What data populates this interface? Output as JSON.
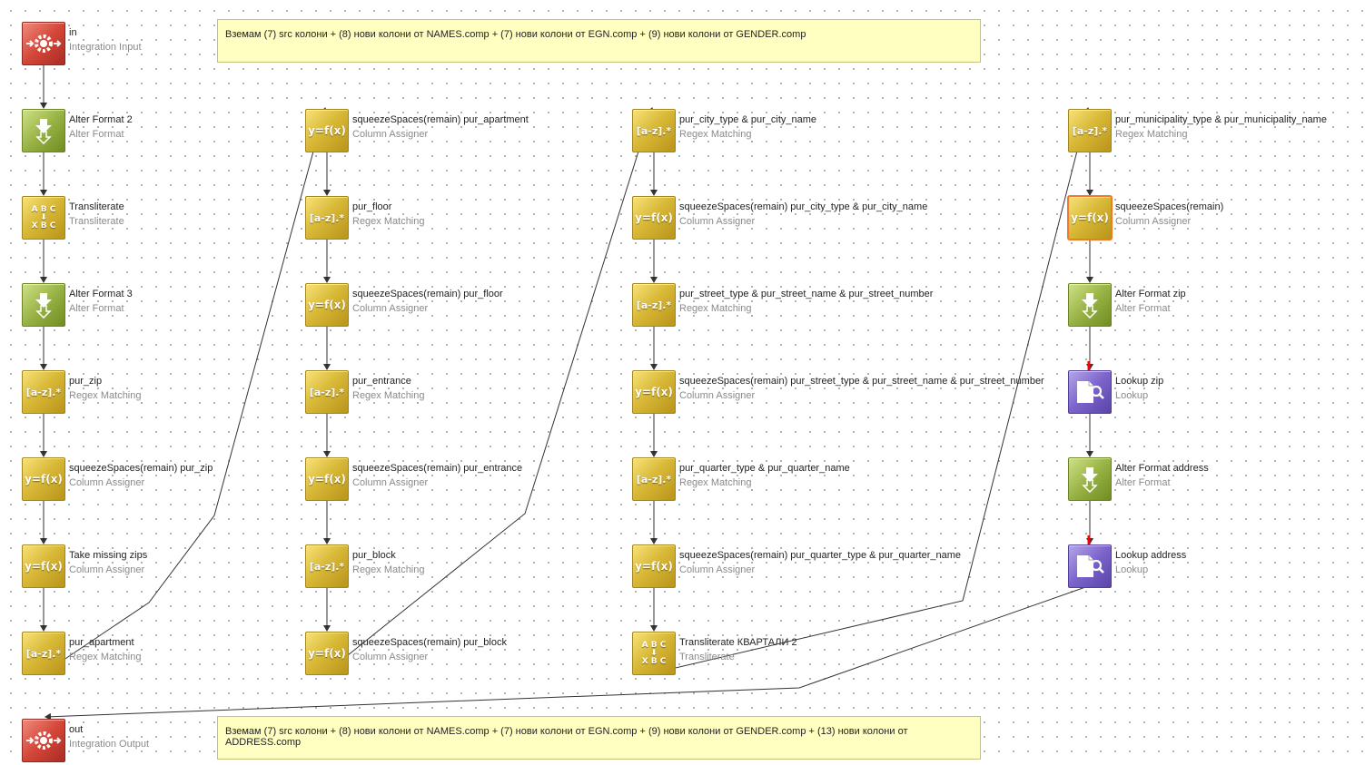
{
  "notes": {
    "top": "Вземам (7) src колони + (8) нови колони от NAMES.comp + (7) нови колони от EGN.comp + (9) нови колони от GENDER.comp",
    "bottom": "Вземам (7) src колони + (8) нови колони от NAMES.comp + (7) нови колони от EGN.comp + (9) нови колони от GENDER.comp + (13) нови колони от ADDRESS.comp"
  },
  "icon_glyphs": {
    "regex": "[a-z].*",
    "assigner": "y=f(x)",
    "translit_top": "A B C",
    "translit_bottom": "X B C"
  },
  "colors": {
    "regex": "#d9b938",
    "alter": "#98b344",
    "lookup": "#7b63cc",
    "io": "#d4473a",
    "error_edge": "#ff0000",
    "selected": "#f07a2a"
  },
  "nodes": [
    {
      "id": "n_in",
      "type": "io",
      "name": "in",
      "sub": "Integration Input"
    },
    {
      "id": "n_af2",
      "type": "alter",
      "name": "Alter Format 2",
      "sub": "Alter Format"
    },
    {
      "id": "n_tr1",
      "type": "translit",
      "name": "Transliterate",
      "sub": "Transliterate"
    },
    {
      "id": "n_af3",
      "type": "alter",
      "name": "Alter Format 3",
      "sub": "Alter Format"
    },
    {
      "id": "n_pzip",
      "type": "regex",
      "name": "pur_zip",
      "sub": "Regex Matching"
    },
    {
      "id": "n_sszip",
      "type": "assigner",
      "name": "squeezeSpaces(remain) pur_zip",
      "sub": "Column Assigner"
    },
    {
      "id": "n_take",
      "type": "assigner",
      "name": "Take missing zips",
      "sub": "Column Assigner"
    },
    {
      "id": "n_papt",
      "type": "regex",
      "name": "pur_apartment",
      "sub": "Regex Matching"
    },
    {
      "id": "n_ssapt",
      "type": "assigner",
      "name": "squeezeSpaces(remain) pur_apartment",
      "sub": "Column Assigner"
    },
    {
      "id": "n_pfloor",
      "type": "regex",
      "name": "pur_floor",
      "sub": "Regex Matching"
    },
    {
      "id": "n_ssfloor",
      "type": "assigner",
      "name": "squeezeSpaces(remain) pur_floor",
      "sub": "Column Assigner"
    },
    {
      "id": "n_pent",
      "type": "regex",
      "name": "pur_entrance",
      "sub": "Regex Matching"
    },
    {
      "id": "n_ssent",
      "type": "assigner",
      "name": "squeezeSpaces(remain) pur_entrance",
      "sub": "Column Assigner"
    },
    {
      "id": "n_pblock",
      "type": "regex",
      "name": "pur_block",
      "sub": "Regex Matching"
    },
    {
      "id": "n_ssblock",
      "type": "assigner",
      "name": "squeezeSpaces(remain) pur_block",
      "sub": "Column Assigner"
    },
    {
      "id": "n_pcity",
      "type": "regex",
      "name": "pur_city_type & pur_city_name",
      "sub": "Regex Matching"
    },
    {
      "id": "n_sscity",
      "type": "assigner",
      "name": "squeezeSpaces(remain) pur_city_type & pur_city_name",
      "sub": "Column Assigner"
    },
    {
      "id": "n_pstreet",
      "type": "regex",
      "name": "pur_street_type & pur_street_name & pur_street_number",
      "sub": "Regex Matching"
    },
    {
      "id": "n_ssstreet",
      "type": "assigner",
      "name": "squeezeSpaces(remain) pur_street_type & pur_street_name & pur_street_number",
      "sub": "Column Assigner"
    },
    {
      "id": "n_pquarter",
      "type": "regex",
      "name": "pur_quarter_type & pur_quarter_name",
      "sub": "Regex Matching"
    },
    {
      "id": "n_ssquarter",
      "type": "assigner",
      "name": "squeezeSpaces(remain) pur_quarter_type & pur_quarter_name",
      "sub": "Column Assigner"
    },
    {
      "id": "n_tr2",
      "type": "translit",
      "name": "Transliterate КВАРТАЛИ 2",
      "sub": "Transliterate"
    },
    {
      "id": "n_pmun",
      "type": "regex",
      "name": "pur_municipality_type & pur_municipality_name",
      "sub": "Regex Matching"
    },
    {
      "id": "n_ssrem",
      "type": "assigner",
      "name": "squeezeSpaces(remain)",
      "sub": "Column Assigner",
      "selected": true
    },
    {
      "id": "n_afzip",
      "type": "alter",
      "name": "Alter Format zip",
      "sub": "Alter Format"
    },
    {
      "id": "n_lzip",
      "type": "lookup",
      "name": "Lookup zip",
      "sub": "Lookup"
    },
    {
      "id": "n_afaddr",
      "type": "alter",
      "name": "Alter Format address",
      "sub": "Alter Format"
    },
    {
      "id": "n_laddr",
      "type": "lookup",
      "name": "Lookup address",
      "sub": "Lookup"
    },
    {
      "id": "n_out",
      "type": "io",
      "name": "out",
      "sub": "Integration Output"
    }
  ]
}
